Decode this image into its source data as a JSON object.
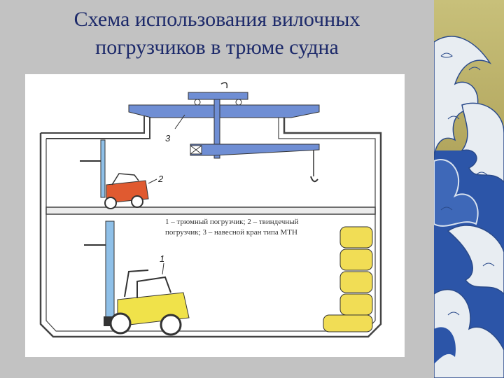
{
  "slide": {
    "title_line1": "Схема использования вилочных",
    "title_line2": "погрузчиков в трюме судна"
  },
  "figure": {
    "caption": "1 – трюмный погрузчик; 2 – твиндечный погрузчик; 3 – навесной кран типа МТН",
    "labels": {
      "hold_forklift": "1",
      "tweendeck_forklift": "2",
      "crane": "3"
    },
    "colors": {
      "crane": "#6f8ed4",
      "tweendeck_forklift": "#e05a30",
      "hold_forklift": "#f0e24a",
      "cargo": "#f1dd55",
      "mast": "#8fc0e8"
    }
  }
}
